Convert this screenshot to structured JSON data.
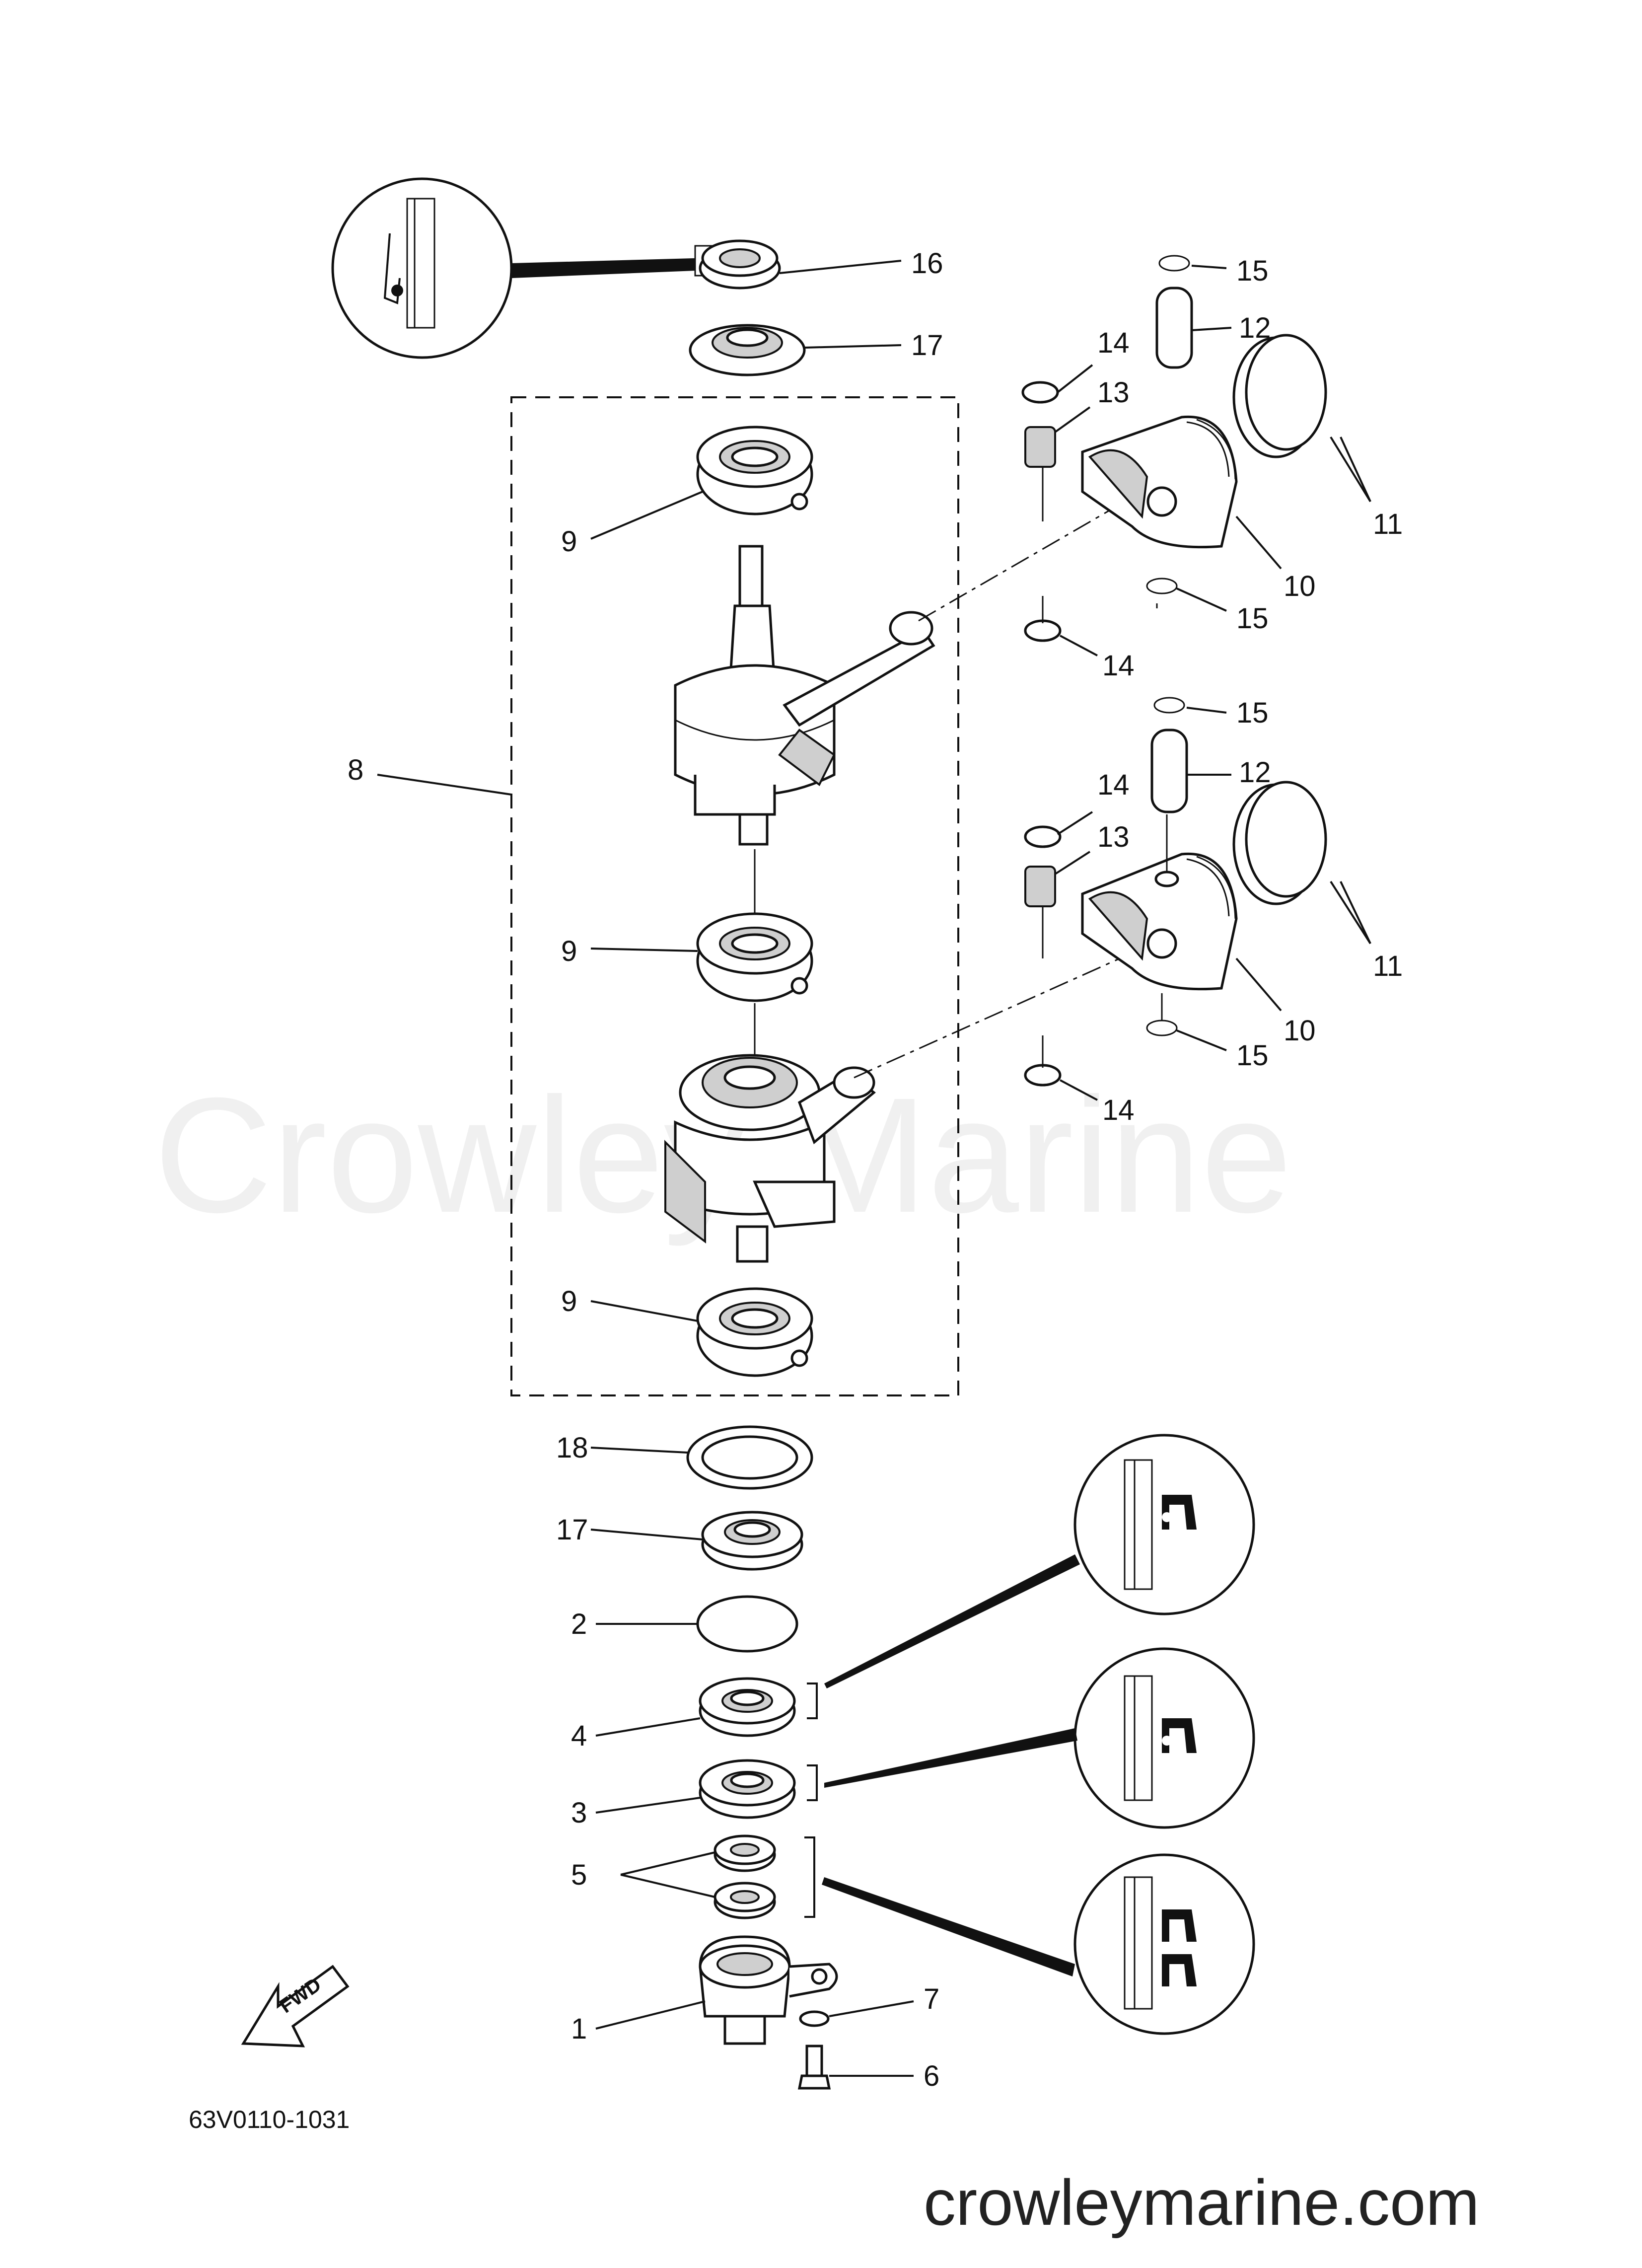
{
  "watermark": "Crowley Marine",
  "website": "crowleymarine.com",
  "diagram_code": "63V0110-1031",
  "fwd_arrow_label": "FWD",
  "callouts": {
    "c16": "16",
    "c17_top": "17",
    "c15_a": "15",
    "c12_a": "12",
    "c14_a": "14",
    "c13_a": "13",
    "c11_a": "11",
    "c10_a": "10",
    "c15_b": "15",
    "c14_b": "14",
    "c9_top": "9",
    "c8": "8",
    "c15_c": "15",
    "c12_b": "12",
    "c14_c": "14",
    "c13_b": "13",
    "c11_b": "11",
    "c10_b": "10",
    "c15_d": "15",
    "c14_d": "14",
    "c9_mid": "9",
    "c9_bot": "9",
    "c18": "18",
    "c17_bot": "17",
    "c2": "2",
    "c4": "4",
    "c3": "3",
    "c5": "5",
    "c1": "1",
    "c7": "7",
    "c6": "6"
  },
  "icons": {
    "grease_top": "grease-application-icon",
    "seal_4": "oil-seal-orientation-icon",
    "seal_3": "oil-seal-orientation-icon",
    "seal_5": "double-oil-seal-orientation-icon"
  }
}
